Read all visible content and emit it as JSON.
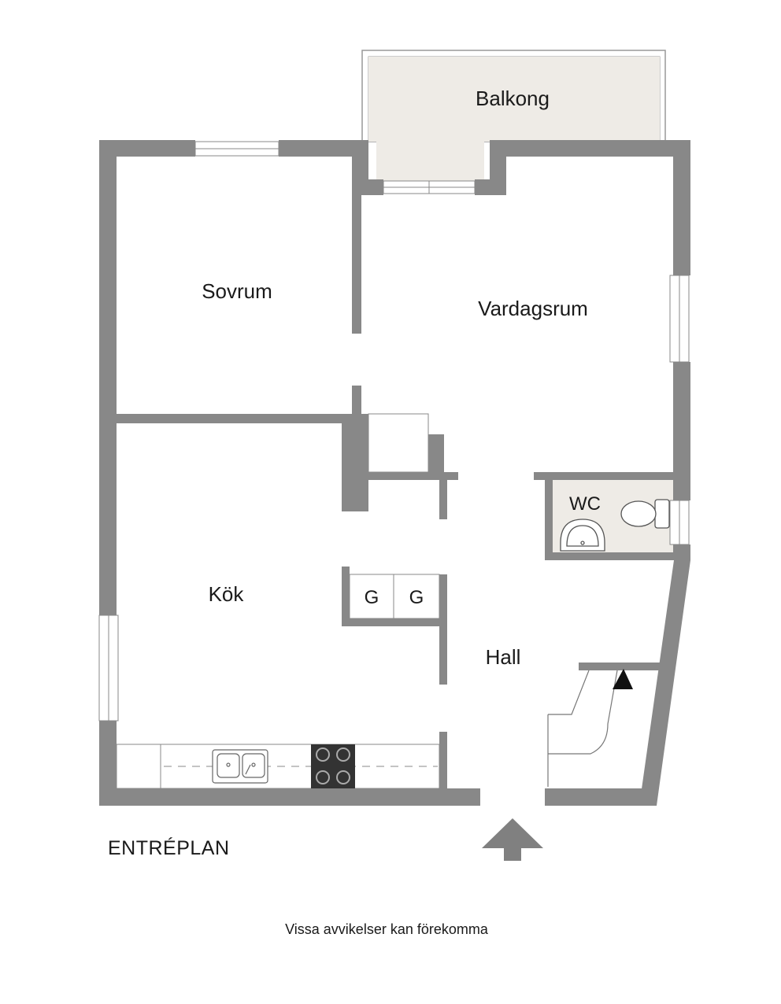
{
  "plan": {
    "rooms": {
      "balcony": "Balkong",
      "bedroom": "Sovrum",
      "living_room": "Vardagsrum",
      "wc": "WC",
      "kitchen": "Kök",
      "hall": "Hall"
    },
    "wardrobe_labels": [
      "G",
      "G"
    ],
    "floor_title": "ENTRÉPLAN",
    "disclaimer": "Vissa avvikelser kan förekomma"
  },
  "colors": {
    "wall": "#888888",
    "balcony_floor": "#eeebe6",
    "wc_floor": "#eeebe6",
    "stove": "#333333",
    "line": "#555555",
    "background": "#ffffff"
  }
}
